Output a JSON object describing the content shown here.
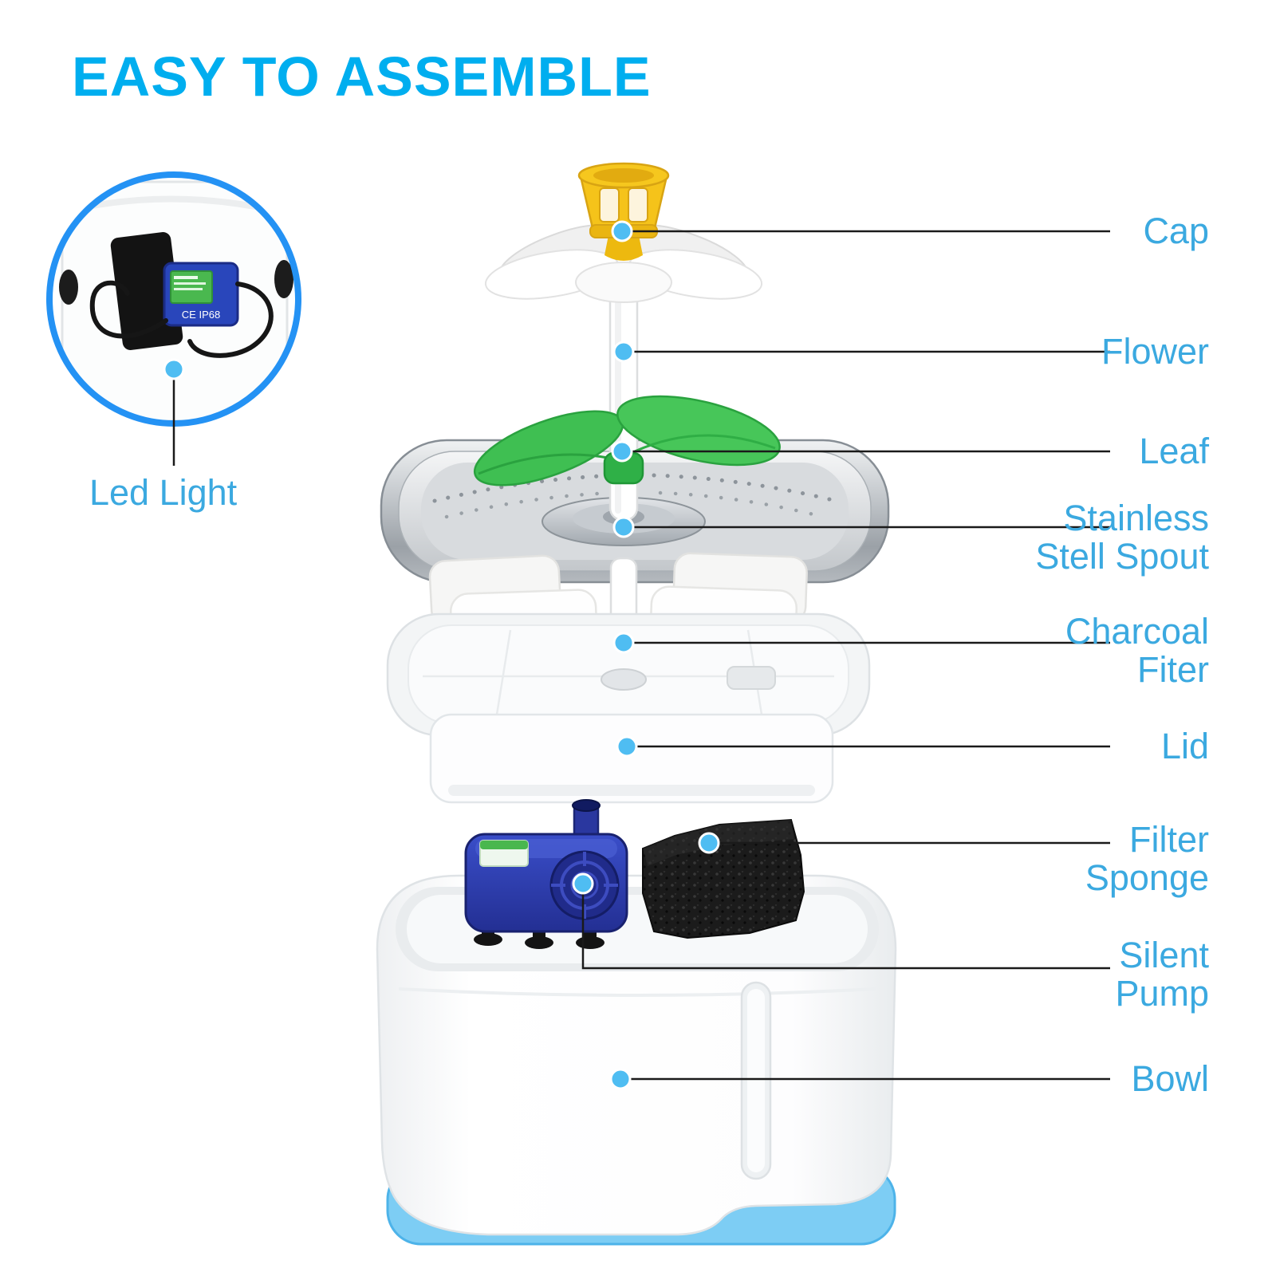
{
  "title": "EASY TO ASSEMBLE",
  "inset": {
    "label": "Led Light",
    "pump_text": "CE IP68"
  },
  "colors": {
    "title": "#00AEEF",
    "label": "#3BA9E0",
    "callout_dot": "#4FBDF2",
    "callout_line": "#1A1A1A",
    "inset_ring": "#2492F4",
    "cap_yellow": "#F5C31A",
    "leaf_green": "#3FBF52",
    "pump_blue": "#2A379F",
    "bowl_base_blue": "#7DCDF4"
  },
  "parts": [
    {
      "name": "cap",
      "lines": [
        "Cap"
      ]
    },
    {
      "name": "flower",
      "lines": [
        "Flower"
      ]
    },
    {
      "name": "leaf",
      "lines": [
        "Leaf"
      ]
    },
    {
      "name": "stainless-steel-spout",
      "lines": [
        "Stainless",
        "Stell Spout"
      ]
    },
    {
      "name": "charcoal-filter",
      "lines": [
        "Charcoal",
        "Fiter"
      ]
    },
    {
      "name": "lid",
      "lines": [
        "Lid"
      ]
    },
    {
      "name": "filter-sponge",
      "lines": [
        "Filter",
        "Sponge"
      ]
    },
    {
      "name": "silent-pump",
      "lines": [
        "Silent",
        "Pump"
      ]
    },
    {
      "name": "bowl",
      "lines": [
        "Bowl"
      ]
    }
  ]
}
